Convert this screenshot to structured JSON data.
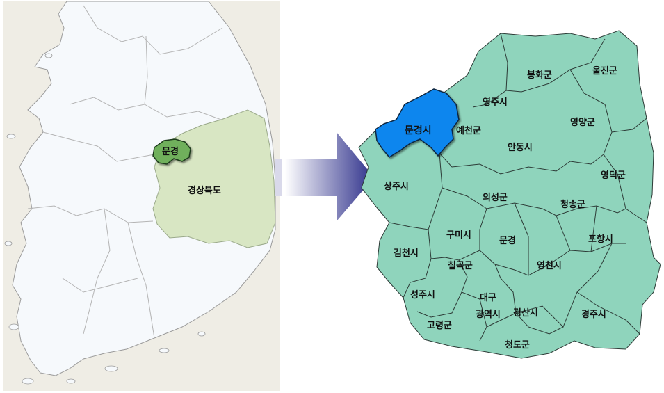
{
  "left_map": {
    "highlight_label": "문경",
    "region_label": "경상북도",
    "colors": {
      "sea": "#efede5",
      "land": "#f6f9fc",
      "region": "#d8e6c3",
      "highlight": "#6fb05c"
    }
  },
  "right_map": {
    "highlight_label": "문경시",
    "labels": {
      "bonghwa": "봉화군",
      "uljin": "울진군",
      "yeongju": "영주시",
      "yecheon": "예천군",
      "yeongyang": "영양군",
      "andong": "안동시",
      "sangju": "상주시",
      "yeongdeok": "영덕군",
      "uiseong": "의성군",
      "cheongsong": "청송군",
      "gumi": "구미시",
      "mungyeong_inner": "문경",
      "pohang": "포항시",
      "gimcheon": "김천시",
      "chilgok": "칠곡군",
      "yeongcheon": "영천시",
      "seongju": "성주시",
      "daegu_1": "대구",
      "daegu_2": "광역시",
      "gyeongsan": "경산시",
      "gyeongju": "경주시",
      "goryeong": "고령군",
      "cheongdo": "청도군"
    },
    "colors": {
      "region": "#8fd4bc",
      "highlight": "#0c86ee",
      "border": "#2c3a36"
    }
  },
  "arrow": {
    "color_start": "#ffffff",
    "color_end": "#2d2f8a"
  }
}
